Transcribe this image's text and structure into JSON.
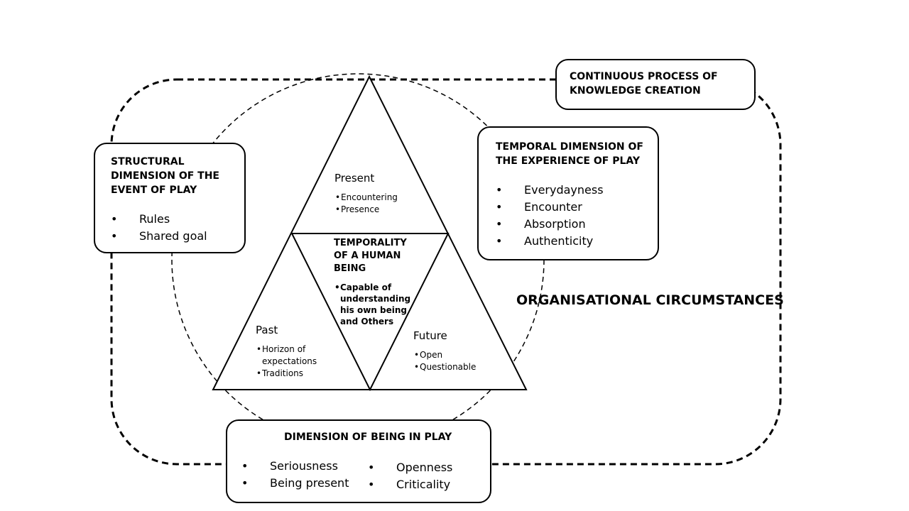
{
  "process_box": {
    "title": "CONTINUOUS PROCESS OF\nKNOWLEDGE CREATION"
  },
  "structural": {
    "title": "STRUCTURAL\nDIMENSION OF THE\nEVENT OF PLAY",
    "items": [
      "Rules",
      "Shared goal"
    ]
  },
  "temporal_dimension": {
    "title": "TEMPORAL DIMENSION OF\nTHE EXPERIENCE OF PLAY",
    "items": [
      "Everydayness",
      "Encounter",
      "Absorption",
      "Authenticity"
    ]
  },
  "organisational": {
    "label": "ORGANISATIONAL CIRCUMSTANCES"
  },
  "being_in_play": {
    "title": "DIMENSION OF BEING IN PLAY",
    "items_left": [
      "Seriousness",
      "Being present"
    ],
    "items_right": [
      "Openness",
      "Criticality"
    ]
  },
  "triangle": {
    "present": {
      "label": "Present",
      "items": [
        "Encountering",
        "Presence"
      ]
    },
    "center": {
      "title": "TEMPORALITY\nOF A HUMAN\nBEING",
      "items": [
        "Capable of\nunderstanding\nhis own being\nand Others"
      ]
    },
    "past": {
      "label": "Past",
      "items": [
        "Horizon of\nexpectations",
        "Traditions"
      ]
    },
    "future": {
      "label": "Future",
      "items": [
        "Open",
        "Questionable"
      ]
    }
  }
}
